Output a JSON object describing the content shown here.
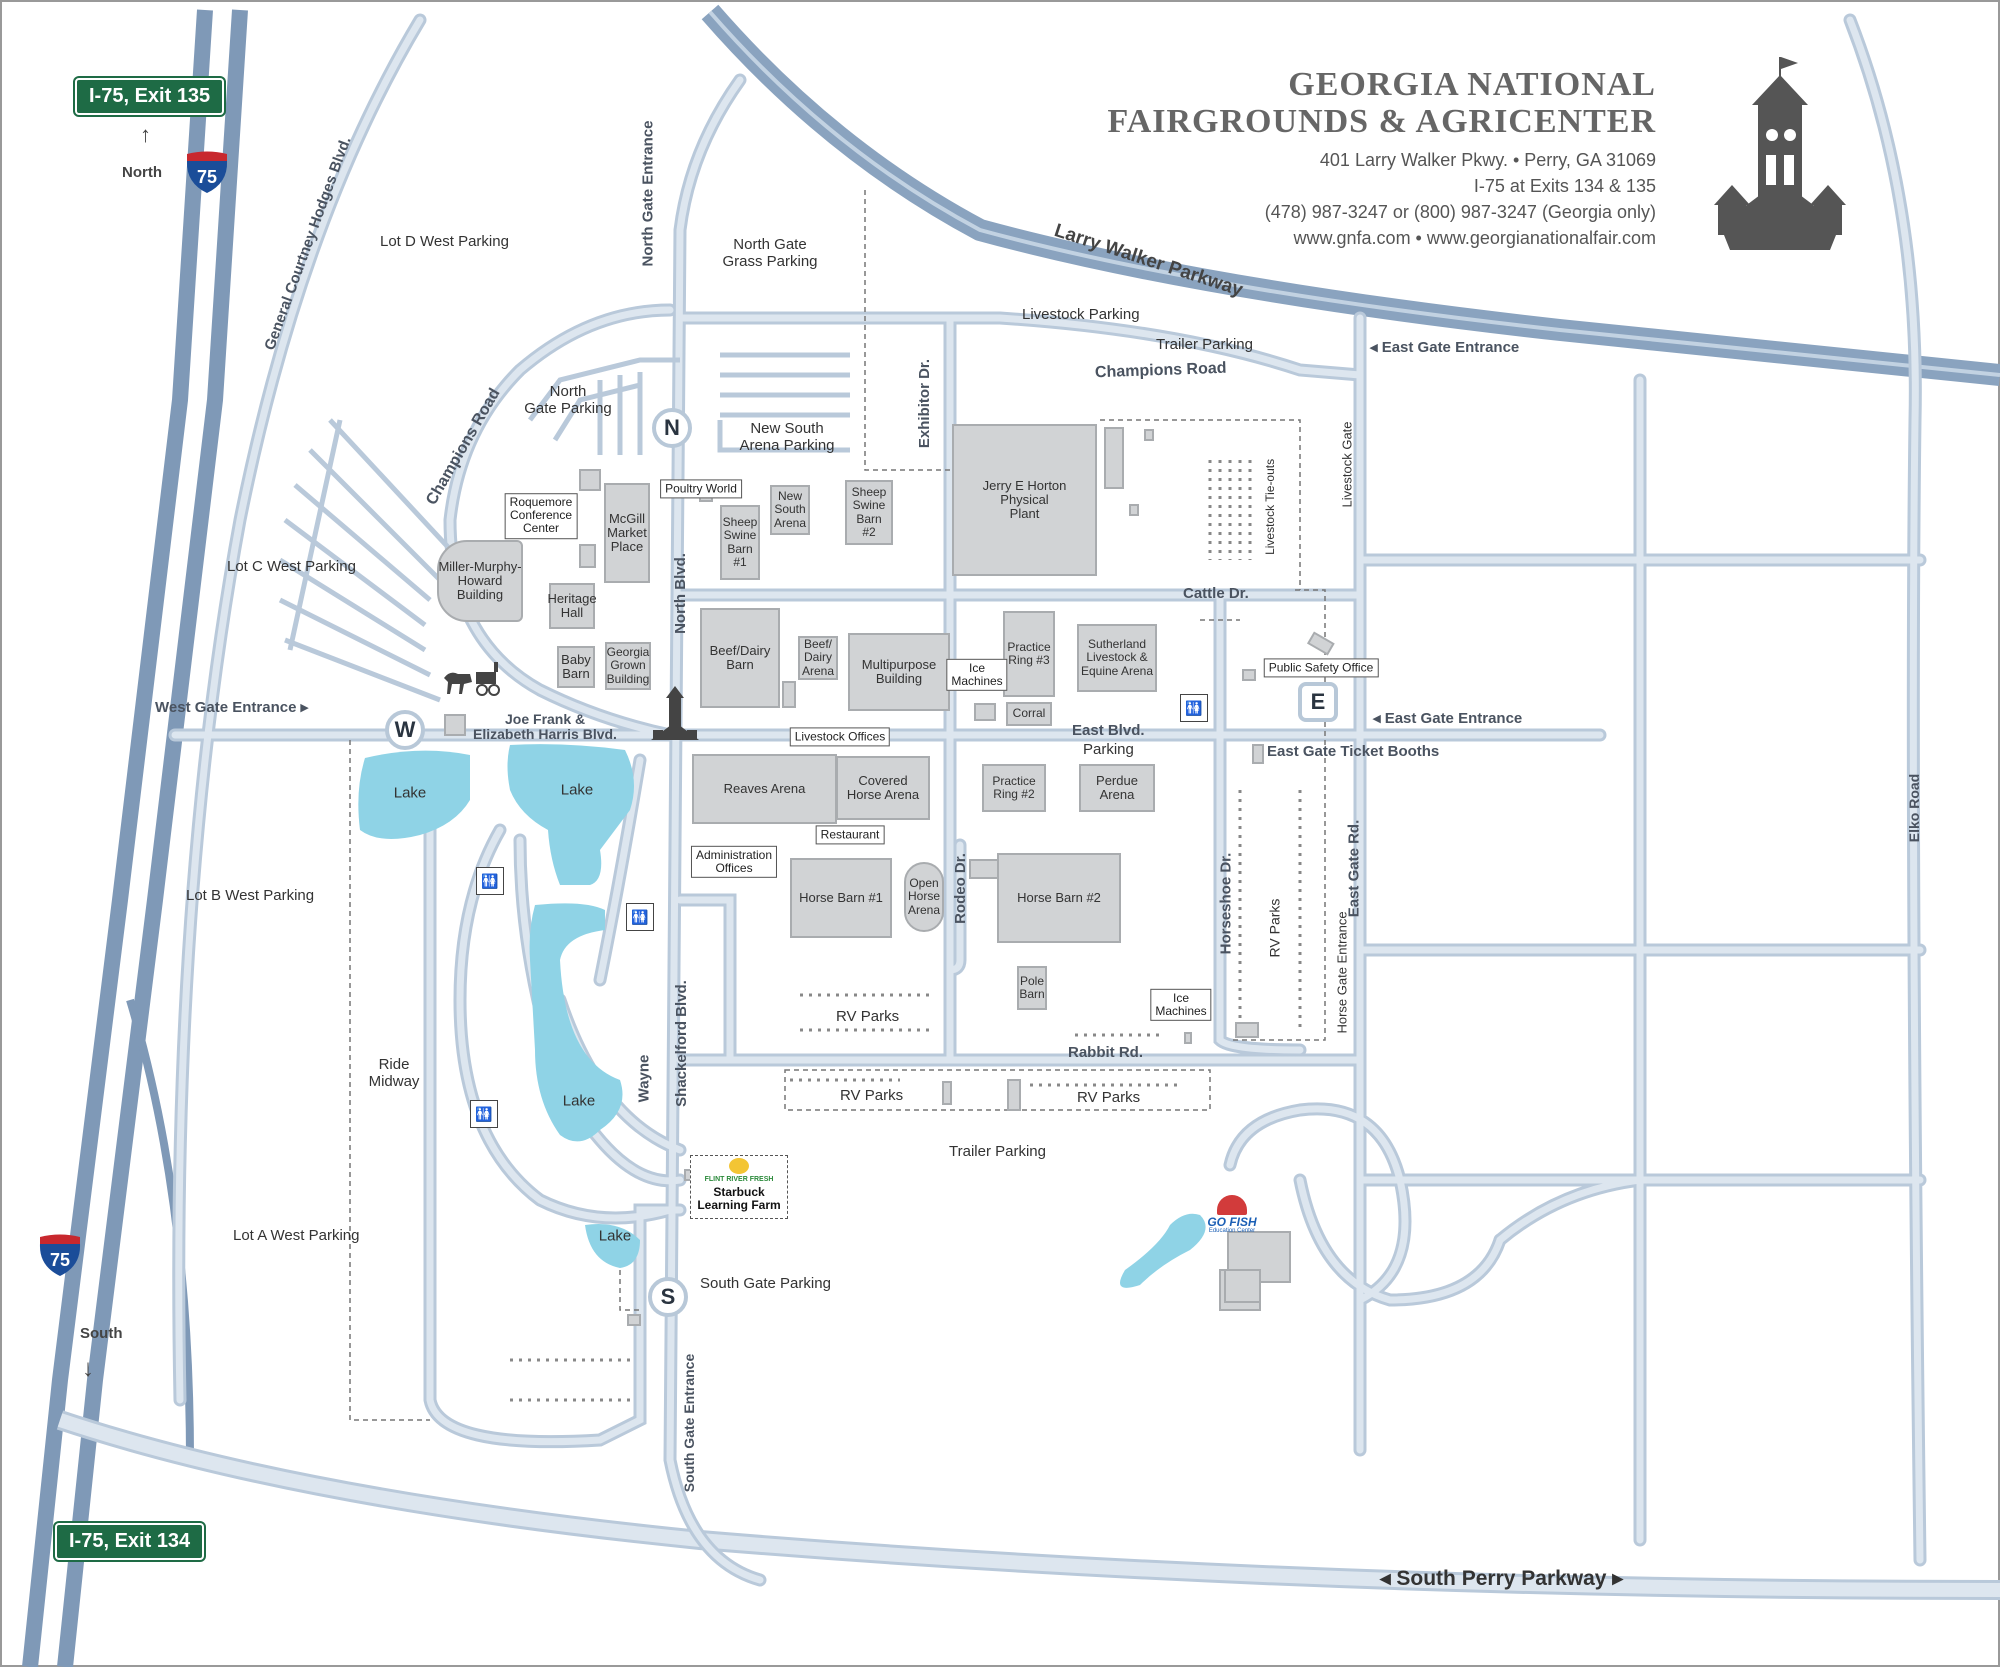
{
  "header": {
    "title_line1": "GEORGIA NATIONAL",
    "title_line2": "FAIRGROUNDS & AGRICENTER",
    "address": "401 Larry Walker Pkwy. • Perry, GA 31069",
    "exits": "I-75 at Exits 134 & 135",
    "phone": "(478) 987-3247 or (800) 987-3247 (Georgia only)",
    "web": "www.gnfa.com • www.georgianationalfair.com"
  },
  "highway": {
    "exit_135": "I-75, Exit 135",
    "exit_134": "I-75, Exit 134",
    "shield_number": "75",
    "north": "North",
    "south": "South"
  },
  "roads": {
    "larry_walker": "Larry Walker Parkway",
    "south_perry": "South Perry Parkway",
    "general_courtney": "General Courtney Hodges Blvd.",
    "champions_nw": "Champions Road",
    "champions_ne": "Champions Road",
    "north_gate_entrance": "North Gate Entrance",
    "north_blvd": "North Blvd.",
    "exhibitor_dr": "Exhibitor Dr.",
    "cattle_dr": "Cattle Dr.",
    "east_blvd": "East Blvd.",
    "joe_frank": "Joe Frank &",
    "joe_frank2": "Elizabeth Harris Blvd.",
    "rodeo_dr": "Rodeo Dr.",
    "horseshoe_dr": "Horseshoe Dr.",
    "east_gate_rd": "East Gate Rd.",
    "livestock_gate": "Livestock Gate",
    "horse_gate_entrance": "Horse Gate Entrance",
    "rabbit_rd": "Rabbit Rd.",
    "wayne_shackelford": "Wayne",
    "wayne_shackelford2": "Shackelford Blvd.",
    "south_gate_entrance": "South Gate Entrance",
    "elko_road": "Elko Road",
    "west_gate_entrance": "West Gate Entrance",
    "east_gate_entrance_top": "East Gate Entrance",
    "east_gate_entrance_mid": "East Gate Entrance",
    "east_gate_ticket": "East Gate Ticket Booths"
  },
  "gates": {
    "n": "N",
    "w": "W",
    "s": "S",
    "e": "E"
  },
  "areas": {
    "lot_d": "Lot D West Parking",
    "lot_c": "Lot C West Parking",
    "lot_b": "Lot B West Parking",
    "lot_a": "Lot A West Parking",
    "north_gate_grass": "North Gate\nGrass Parking",
    "north_gate_parking": "North\nGate Parking",
    "new_south_arena_parking": "New South\nArena Parking",
    "livestock_parking": "Livestock Parking",
    "trailer_parking_top": "Trailer Parking",
    "trailer_parking_bottom": "Trailer Parking",
    "east_blvd_parking": "Parking",
    "rv_parks_1": "RV Parks",
    "rv_parks_2": "RV Parks",
    "rv_parks_3": "RV Parks",
    "rv_parks_east": "RV Parks",
    "livestock_tieouts": "Livestock Tie-outs",
    "ride_midway": "Ride\nMidway",
    "south_gate_parking": "South Gate Parking",
    "lake1": "Lake",
    "lake2": "Lake",
    "lake3": "Lake",
    "lake4": "Lake"
  },
  "buildings": {
    "miller": "Miller-Murphy-\nHoward\nBuilding",
    "mcgill": "McGill\nMarket\nPlace",
    "heritage": "Heritage\nHall",
    "baby_barn": "Baby\nBarn",
    "georgia_grown": "Georgia\nGrown\nBuilding",
    "sheep_swine_1": "Sheep\nSwine\nBarn\n#1",
    "new_south_arena": "New\nSouth\nArena",
    "sheep_swine_2": "Sheep\nSwine\nBarn\n#2",
    "horton": "Jerry E Horton\nPhysical\nPlant",
    "beef_dairy_barn": "Beef/Dairy\nBarn",
    "beef_dairy_arena": "Beef/\nDairy\nArena",
    "multipurpose": "Multipurpose\nBuilding",
    "practice_ring_3": "Practice\nRing #3",
    "corral": "Corral",
    "sutherland": "Sutherland\nLivestock &\nEquine Arena",
    "reaves": "Reaves Arena",
    "covered_horse": "Covered\nHorse Arena",
    "practice_ring_2": "Practice\nRing #2",
    "perdue": "Perdue\nArena",
    "horse_barn_1": "Horse Barn #1",
    "open_horse": "Open\nHorse\nArena",
    "horse_barn_2": "Horse Barn #2",
    "pole_barn": "Pole\nBarn"
  },
  "callouts": {
    "roquemore": "Roquemore\nConference\nCenter",
    "poultry": "Poultry World",
    "ice1": "Ice\nMachines",
    "livestock_offices": "Livestock Offices",
    "public_safety": "Public Safety Office",
    "admin": "Administration\nOffices",
    "restaurant": "Restaurant",
    "ice2": "Ice\nMachines"
  },
  "logos": {
    "flint_river": "FLINT RIVER FRESH",
    "starbuck": "Starbuck\nLearning Farm",
    "gofish": "GO FISH",
    "gofish_sub": "Education Center"
  },
  "colors": {
    "road_fill": "#dde6ef",
    "road_edge": "#b9c9da",
    "highway": "#8aa3bf",
    "lake": "#8fd3e6",
    "building": "#d1d3d5",
    "exit_sign": "#1e6b45"
  },
  "icons": [
    "restroom-icon",
    "horse-carriage-icon",
    "clock-tower-icon",
    "interstate-shield-icon",
    "arrow-north-icon",
    "arrow-south-icon"
  ]
}
